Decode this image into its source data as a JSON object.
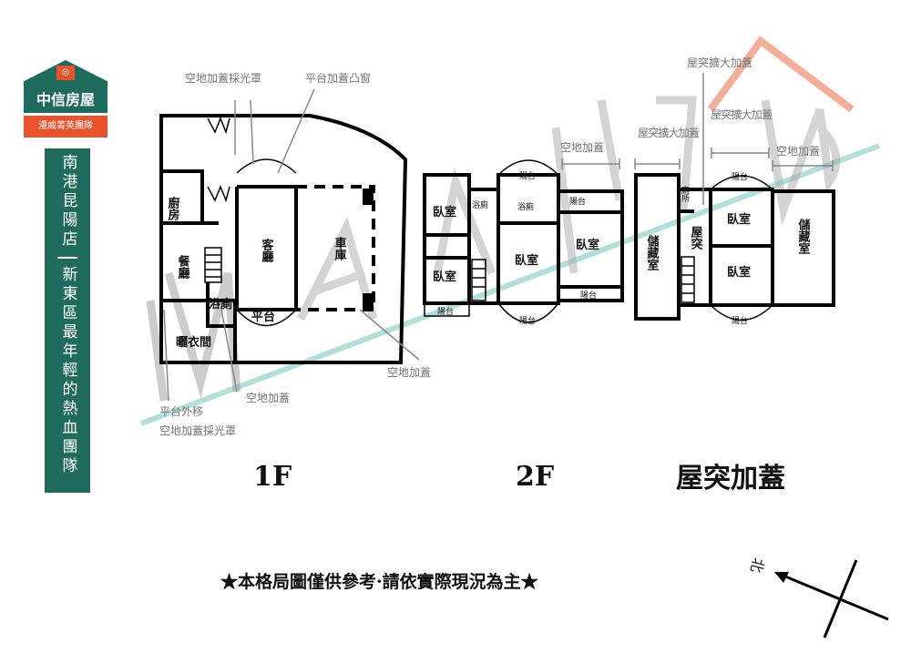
{
  "brand": {
    "name": "中信房屋",
    "tagline": "漫威菁英團隊",
    "store": "南港昆陽店",
    "slogan": "新東區最年輕的熱血團隊"
  },
  "floor1": {
    "title": "1F",
    "rooms": {
      "kitchen": "廚房",
      "dining": "餐廳",
      "living": "客廳",
      "garage": "車庫",
      "bath": "浴廁",
      "platform": "平台",
      "laundry": "曬衣間"
    },
    "notes": {
      "skylight_top": "空地加蓋採光罩",
      "bay_window": "平台加蓋凸窗",
      "vacant_right": "空地加蓋",
      "vacant_bottom": "空地加蓋",
      "platform_moved": "平台外移",
      "skylight_bottom": "空地加蓋採光罩"
    }
  },
  "floor2": {
    "title": "2F",
    "rooms": {
      "bedroom": "臥室",
      "bath": "浴廁",
      "balcony": "陽台"
    },
    "notes": {
      "vacant": "空地加蓋"
    }
  },
  "rooftop": {
    "title": "屋突加蓋",
    "rooms": {
      "storage": "儲藏室",
      "bedroom": "臥室",
      "rooftop": "屋突",
      "toilet": "廁所",
      "balcony": "陽台"
    },
    "notes": {
      "expand_top": "屋突擴大加蓋",
      "expand_left": "屋突擴大加蓋",
      "expand_mid": "屋突擴大加蓋",
      "vacant": "空地加蓋"
    }
  },
  "disclaimer": "★本格局圖僅供參考·請依實際現況為主★",
  "compass": {
    "north": "北"
  },
  "colors": {
    "brand_green": "#1f6b5e",
    "brand_orange": "#e9522a",
    "watermark_teal": "#9ed9cf"
  }
}
